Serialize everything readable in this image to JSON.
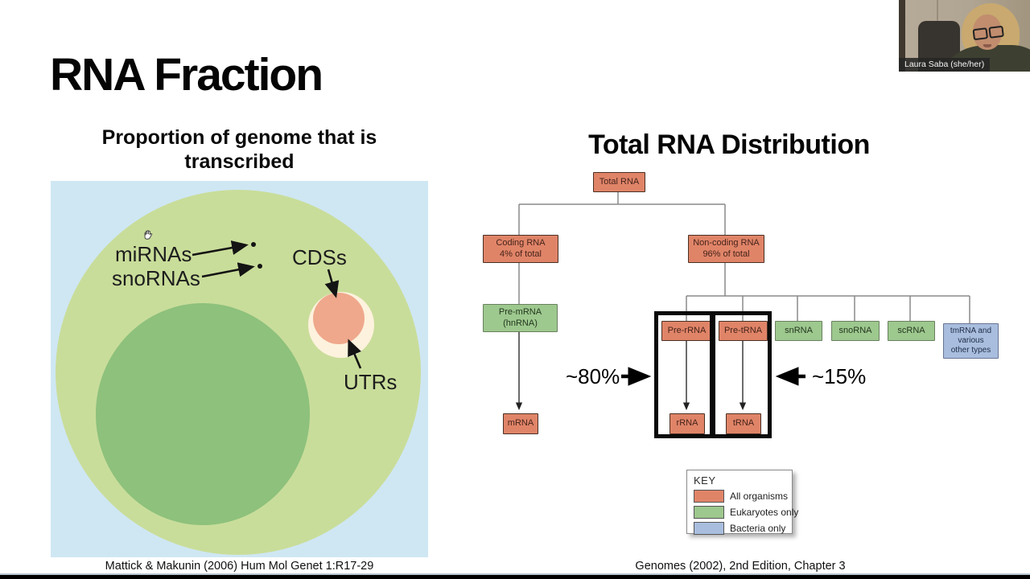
{
  "slide": {
    "title": "RNA Fraction",
    "left_figure": {
      "title_line1": "Proportion of genome that is",
      "title_line2": "transcribed",
      "labels": {
        "mirnas": "miRNAs",
        "snornas": "snoRNAs",
        "cdss": "CDSs",
        "utrs": "UTRs"
      },
      "citation": "Mattick & Makunin (2006) Hum Mol Genet 1:R17-29",
      "colors": {
        "background": "#cfe7f3",
        "genome_outer": "#c9dd9a",
        "genome_inner": "#8dc17c",
        "utr_ring": "#fdf2dd",
        "cds_circle": "#efa88c"
      }
    },
    "right_figure": {
      "title": "Total RNA Distribution",
      "nodes": {
        "total": "Total RNA",
        "coding": "Coding RNA\n4% of total",
        "noncoding": "Non-coding RNA\n96% of total",
        "premrna": "Pre-mRNA\n(hnRNA)",
        "mrna": "mRNA",
        "prerrna": "Pre-rRNA",
        "pretrna": "Pre-tRNA",
        "snrna": "snRNA",
        "snorna": "snoRNA",
        "scrna": "scRNA",
        "tmrna": "tmRNA and\nvarious\nother types",
        "rrna": "rRNA",
        "trna": "tRNA"
      },
      "edges": [
        [
          "Total RNA",
          "Coding RNA"
        ],
        [
          "Total RNA",
          "Non-coding RNA"
        ],
        [
          "Coding RNA",
          "Pre-mRNA (hnRNA)"
        ],
        [
          "Pre-mRNA (hnRNA)",
          "mRNA"
        ],
        [
          "Non-coding RNA",
          "Pre-rRNA"
        ],
        [
          "Non-coding RNA",
          "Pre-tRNA"
        ],
        [
          "Non-coding RNA",
          "snRNA"
        ],
        [
          "Non-coding RNA",
          "snoRNA"
        ],
        [
          "Non-coding RNA",
          "scRNA"
        ],
        [
          "Non-coding RNA",
          "tmRNA and various other types"
        ],
        [
          "Pre-rRNA",
          "rRNA"
        ],
        [
          "Pre-tRNA",
          "tRNA"
        ]
      ],
      "annotations": {
        "rrna_pct": "~80%",
        "trna_pct": "~15%"
      },
      "key": {
        "title": "KEY",
        "entries": [
          {
            "label": "All organisms",
            "color": "#e08468"
          },
          {
            "label": "Eukaryotes only",
            "color": "#9dc88e"
          },
          {
            "label": "Bacteria only",
            "color": "#a9bede"
          }
        ]
      },
      "citation": "Genomes (2002), 2nd Edition, Chapter 3"
    }
  },
  "webcam": {
    "name_label": "Laura Saba (she/her)"
  }
}
